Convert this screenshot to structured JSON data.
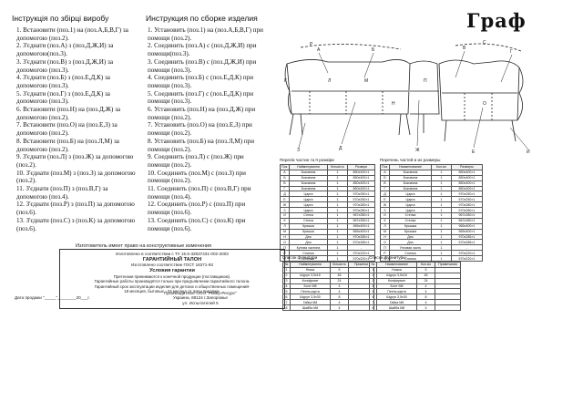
{
  "headers": {
    "ua_title": "Інструкція по збірці виробу",
    "ru_title": "Инструкция по сборке изделия",
    "brand": "Граф"
  },
  "steps_ua": [
    "1. Встановити (поз.1) на (поз.А,Б,В,Г) за допомогою (поз.2).",
    "2. З'єднати (поз.А) з (поз.Д,Ж,И) за допомогою(поз.3).",
    "3. З'єднати (поз.В) з (поз.Д,Ж,И) за допомогою (поз.3).",
    "4. З'єднати (поз.Б) з (поз.Е,Д,К) за допомогою (поз.3).",
    "5. З'єднати (поз.Г) з (поз.Е,Д,К) за допомогою (поз.3).",
    "6. Встановити (поз.Н) на (поз.Д,Ж) за допомогою (поз.2).",
    "7. Встановити (поз.О) на (поз.Е,З) за допомогою (поз.2).",
    "8. Встановити (поз.Б) на (поз.Л,М) за допомогою (поз.2).",
    "9. З'єднати (поз.Л) з (поз.Ж) за допомогою (поз.2).",
    "10. З'єднати (поз.М) з (поз.З) за допомогою (поз.2).",
    "11. З'єднати (поз.П) з (поз.В,Г) за допомогою (поз.4).",
    "12. З'єднати (поз.Р) з (поз.П) за допомогою (поз.6).",
    "13. З'єднати (поз.С) з (поз.К) за допомогою (поз.6)."
  ],
  "steps_ru": [
    "1. Установить (поз.1) на (поз.А,Б,В,Г) при помощи (поз.2).",
    "2. Соединить (поз.А) с (поз.Д,Ж,И) при помощи(поз.3).",
    "3. Соединить (поз.В) с (поз.Д,Ж,И) при помощи (поз.3).",
    "4. Соединить (поз.Б) с (поз.Е,Д,К) при помощи (поз.3).",
    "5. Соединить (поз.Г) с (поз.Е,Д,К) при помощи (поз.3).",
    "6. Установить (поз.Н) на (поз.Д,Ж) при помощи (поз.2).",
    "7. Установить (поз.О) на (поз.Е,З) при помощи (поз.2).",
    "8. Установить (поз.Б) на (поз.Л,М) при помощи (поз.2).",
    "9. Соединить (поз.Л) с (поз.Ж) при помощи (поз.2).",
    "10. Соединить (поз.М) с (поз.З) при помощи (поз.2).",
    "11. Соединить (поз.П) с (поз.В,Г) при помощи (поз.4).",
    "12. Соединить (поз.Р) с (поз.П) при помощи (поз.6).",
    "13. Соединить (поз.С) с (поз.К) при помощи (поз.6)."
  ],
  "parts_left": {
    "title": "Перелік частин та її розміри",
    "columns": [
      "Поз.",
      "Найменування",
      "Кількість",
      "Розміри"
    ],
    "rows": [
      [
        "А",
        "Боковина",
        "1",
        "850х400×1"
      ],
      [
        "Б",
        "Боковина",
        "1",
        "850х400×1"
      ],
      [
        "В",
        "Боковина",
        "1",
        "850х400×1"
      ],
      [
        "Г",
        "Боковина",
        "1",
        "850х400×1"
      ],
      [
        "Д",
        "Царга",
        "1",
        "970х250×1"
      ],
      [
        "Е",
        "Царга",
        "1",
        "570х250×1"
      ],
      [
        "Ж",
        "Царга",
        "1",
        "970х280×1"
      ],
      [
        "З",
        "Царга",
        "1",
        "570х280×1"
      ],
      [
        "И",
        "Стінка",
        "1",
        "967х280×1"
      ],
      [
        "К",
        "Стінка",
        "1",
        "567х280×1"
      ],
      [
        "Л",
        "Кришка",
        "1",
        "965х400×1"
      ],
      [
        "М",
        "Кришка",
        "1",
        "565х400×1"
      ],
      [
        "Н",
        "Дно",
        "1",
        "970х285×1"
      ],
      [
        "О",
        "Дно",
        "1",
        "570х285×1"
      ],
      [
        "П",
        "Кутова частина",
        "1",
        "-"
      ],
      [
        "Р",
        "Спинка",
        "1",
        "970х220×1"
      ],
      [
        "С",
        "Спинка",
        "1",
        "570х220×1"
      ]
    ]
  },
  "parts_right": {
    "title": "Перечень частей и их размеры",
    "columns": [
      "Поз.",
      "Наименование",
      "Кол-во",
      "Размеры"
    ],
    "rows": [
      [
        "А",
        "Боковина",
        "1",
        "850х400×1"
      ],
      [
        "Б",
        "Боковина",
        "1",
        "850х400×1"
      ],
      [
        "В",
        "Боковина",
        "1",
        "850х400×1"
      ],
      [
        "Г",
        "Боковина",
        "1",
        "850х400×1"
      ],
      [
        "Д",
        "Царга",
        "1",
        "970х250×1"
      ],
      [
        "Е",
        "Царга",
        "1",
        "570х250×1"
      ],
      [
        "Ж",
        "Царга",
        "1",
        "970х280×1"
      ],
      [
        "З",
        "Царга",
        "1",
        "570х280×1"
      ],
      [
        "И",
        "Стенка",
        "1",
        "967х280×1"
      ],
      [
        "К",
        "Стенка",
        "1",
        "567х280×1"
      ],
      [
        "Л",
        "Крышка",
        "1",
        "965х400×1"
      ],
      [
        "М",
        "Крышка",
        "1",
        "565х400×1"
      ],
      [
        "Н",
        "Дно",
        "1",
        "970х285×1"
      ],
      [
        "О",
        "Дно",
        "1",
        "570х285×1"
      ],
      [
        "П",
        "Угловая часть",
        "1",
        "-"
      ],
      [
        "Р",
        "Спинка",
        "1",
        "970х220×1"
      ],
      [
        "С",
        "Спинка",
        "1",
        "570х220×1"
      ]
    ]
  },
  "hardware_left": {
    "title": "Список фурнітури",
    "columns": [
      "№",
      "Найменування",
      "Кількість",
      "Примітки"
    ],
    "rows": [
      [
        "1",
        "Ніжка",
        "5",
        ""
      ],
      [
        "2",
        "Шуруп 3,5х16",
        "46",
        ""
      ],
      [
        "3",
        "Конфірмат",
        "24",
        ""
      ],
      [
        "4",
        "Болт М8",
        "4",
        ""
      ],
      [
        "5",
        "Петля-карта",
        "4",
        ""
      ],
      [
        "6",
        "Шуруп 3,5х30",
        "8",
        ""
      ],
      [
        "7",
        "Гайка М8",
        "4",
        ""
      ],
      [
        "8",
        "Шайба М8",
        "4",
        ""
      ]
    ]
  },
  "hardware_right": {
    "title": "Список фурнитуры",
    "columns": [
      "№",
      "Наименование",
      "Кол-во",
      "Примечания"
    ],
    "rows": [
      [
        "1",
        "Ножка",
        "5",
        ""
      ],
      [
        "2",
        "Шуруп 3,5х16",
        "46",
        ""
      ],
      [
        "3",
        "Конфирмат",
        "24",
        ""
      ],
      [
        "4",
        "Болт М8",
        "4",
        ""
      ],
      [
        "5",
        "Петля-карта",
        "4",
        ""
      ],
      [
        "6",
        "Шуруп 3,5х30",
        "8",
        ""
      ],
      [
        "7",
        "Гайка М8",
        "4",
        ""
      ],
      [
        "8",
        "Шайба М8",
        "4",
        ""
      ]
    ]
  },
  "guarantee": {
    "notice": "Изготовитель имеет право на конструктивные изменения",
    "made_per": "Изготовлено в соответствии с ТУ 15.5-32837431-002-2003",
    "title": "ГАРАНТИЙНЫЙ ТАЛОН",
    "standard": "Изготовлено соответствие ГОСТ 16371-93",
    "conditions_title": "Условия гарантии",
    "conditions": [
      "Претензии принимаются к конечной продукции (поставщиком).",
      "Гарантийные работы производятся только при предъявлении гарантийного талона.",
      "Гарантийный срок эксплуатации изделия для детских и общественных помещений-",
      "18 месяцев, бытовых - 24 месяца от даты продажи."
    ],
    "producer": "Производитель: ООО \"Ровер-Ресурс\"",
    "address": "Украина, 69124 г.Запорожье",
    "street": "ул. Испытателей 5",
    "sale_date": "Дата продажи \"_____\"________20___г."
  },
  "diagram_labels": [
    "А",
    "Б",
    "В",
    "Г",
    "Д",
    "Е",
    "Ж",
    "З",
    "И",
    "К",
    "Л",
    "М",
    "Н",
    "О",
    "П",
    "Р",
    "С"
  ]
}
